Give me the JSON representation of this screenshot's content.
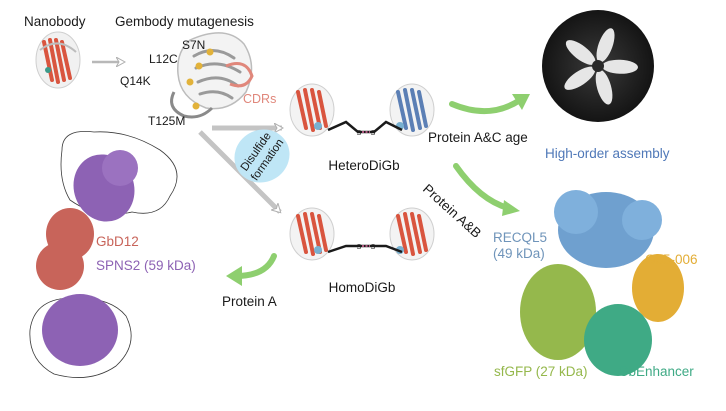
{
  "labels": {
    "nanobody": "Nanobody",
    "gembody_mutagenesis": "Gembody mutagenesis",
    "mut_s7n": "S7N",
    "mut_l12c": "L12C",
    "mut_q14k": "Q14K",
    "mut_t125m": "T125M",
    "cdrs": "CDRs",
    "disulfide_line1": "Disulfide",
    "disulfide_line2": "formation",
    "s_left": "S",
    "s_right": "S",
    "heterodigb": "HeteroDiGb",
    "homodigb": "HomoDiGb",
    "protein_ac_age": "Protein A&C age",
    "high_order_assembly": "High-order assembly",
    "protein_ab": "Protein A&B",
    "gbd12": "GbD12",
    "spns2": "SPNS2 (59 kDa)",
    "protein_a": "Protein A",
    "recql5_line1": "RECQL5",
    "recql5_line2": "(49 kDa)",
    "gb5_006": "Gb5-006",
    "sfgfp": "sfGFP (27 kDa)",
    "gbenhancer": "GbEnhancer"
  },
  "colors": {
    "nanobody_red": "#d9553f",
    "nanobody_blue": "#5b7fb5",
    "gbd12_red": "#c8645a",
    "spns2_purple": "#8d62b4",
    "recql5_blue": "#6fa0cf",
    "gb5_yellow": "#e3ad35",
    "sfgfp_green": "#95b84c",
    "gbenhancer_teal": "#3faa85",
    "arrow_green": "#8ecf6f",
    "disulfide_bubble": "#bfe6f6",
    "cdr_pink": "#e0877b"
  }
}
